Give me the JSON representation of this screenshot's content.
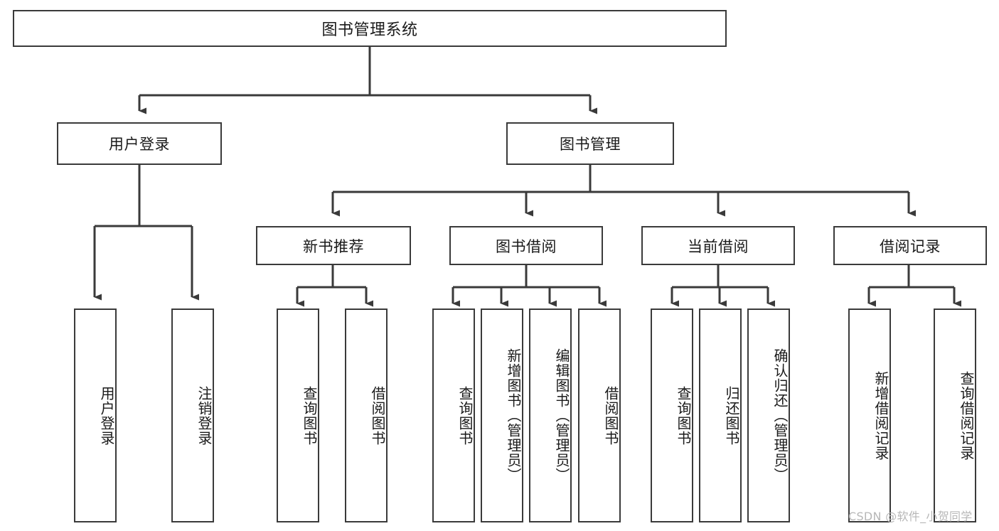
{
  "diagram": {
    "title": "图书管理系统",
    "type": "hierarchy-tree",
    "watermark": "CSDN @软件_小贺同学",
    "colors": {
      "box_border": "#3a3a3a",
      "box_fill": "#ffffff",
      "connector": "#3a3a3a",
      "text": "#1a1a1a",
      "watermark": "#b7b7b7",
      "background": "#ffffff"
    },
    "nodes": {
      "root": {
        "label": "图书管理系统"
      },
      "level1": [
        {
          "id": "user-login",
          "label": "用户登录"
        },
        {
          "id": "book-manage",
          "label": "图书管理"
        }
      ],
      "level2": [
        {
          "id": "new-book-recommend",
          "label": "新书推荐"
        },
        {
          "id": "book-borrow",
          "label": "图书借阅"
        },
        {
          "id": "current-borrow",
          "label": "当前借阅"
        },
        {
          "id": "borrow-record",
          "label": "借阅记录"
        }
      ],
      "leaves": {
        "user_login": [
          {
            "id": "leaf-user-login",
            "label": "用户登录"
          },
          {
            "id": "leaf-logout-login",
            "label": "注销登录"
          }
        ],
        "new_book_recommend": [
          {
            "id": "leaf-query-book-1",
            "label": "查询图书"
          },
          {
            "id": "leaf-borrow-book-1",
            "label": "借阅图书"
          }
        ],
        "book_borrow": [
          {
            "id": "leaf-query-book-2",
            "label": "查询图书"
          },
          {
            "id": "leaf-add-book",
            "label": "新增图书（管理员）"
          },
          {
            "id": "leaf-edit-book",
            "label": "编辑图书（管理员）"
          },
          {
            "id": "leaf-borrow-book-2",
            "label": "借阅图书"
          }
        ],
        "current_borrow": [
          {
            "id": "leaf-query-book-3",
            "label": "查询图书"
          },
          {
            "id": "leaf-return-book",
            "label": "归还图书"
          },
          {
            "id": "leaf-confirm-return",
            "label": "确认归还（管理员）"
          }
        ],
        "borrow_record": [
          {
            "id": "leaf-add-record",
            "label": "新增借阅记录"
          },
          {
            "id": "leaf-query-record",
            "label": "查询借阅记录"
          }
        ]
      }
    }
  }
}
